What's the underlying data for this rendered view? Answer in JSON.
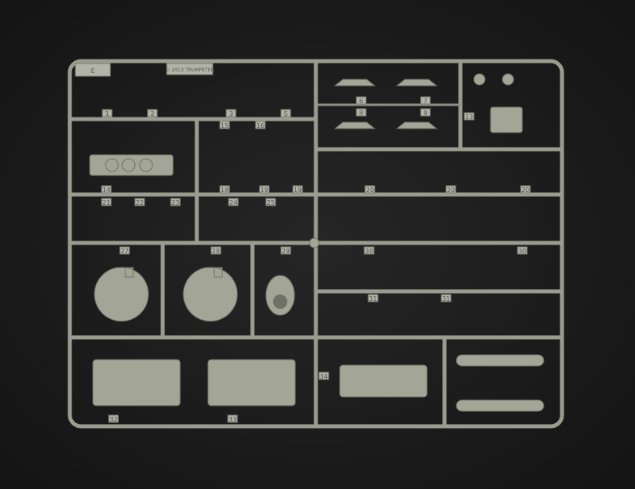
{
  "sprue": {
    "letter": "E",
    "copyright": "© 2013 TRUMPETER",
    "part_numbers": [
      "1",
      "2",
      "3",
      "5",
      "6",
      "7",
      "8",
      "9",
      "13",
      "14",
      "15",
      "16",
      "18",
      "19",
      "19",
      "20",
      "20",
      "20",
      "21",
      "22",
      "23",
      "24",
      "25",
      "27",
      "28",
      "29",
      "30",
      "30",
      "31",
      "31",
      "32",
      "33",
      "34"
    ]
  },
  "colors": {
    "background": "#1e1e1e",
    "plastic": "#a3a597"
  }
}
